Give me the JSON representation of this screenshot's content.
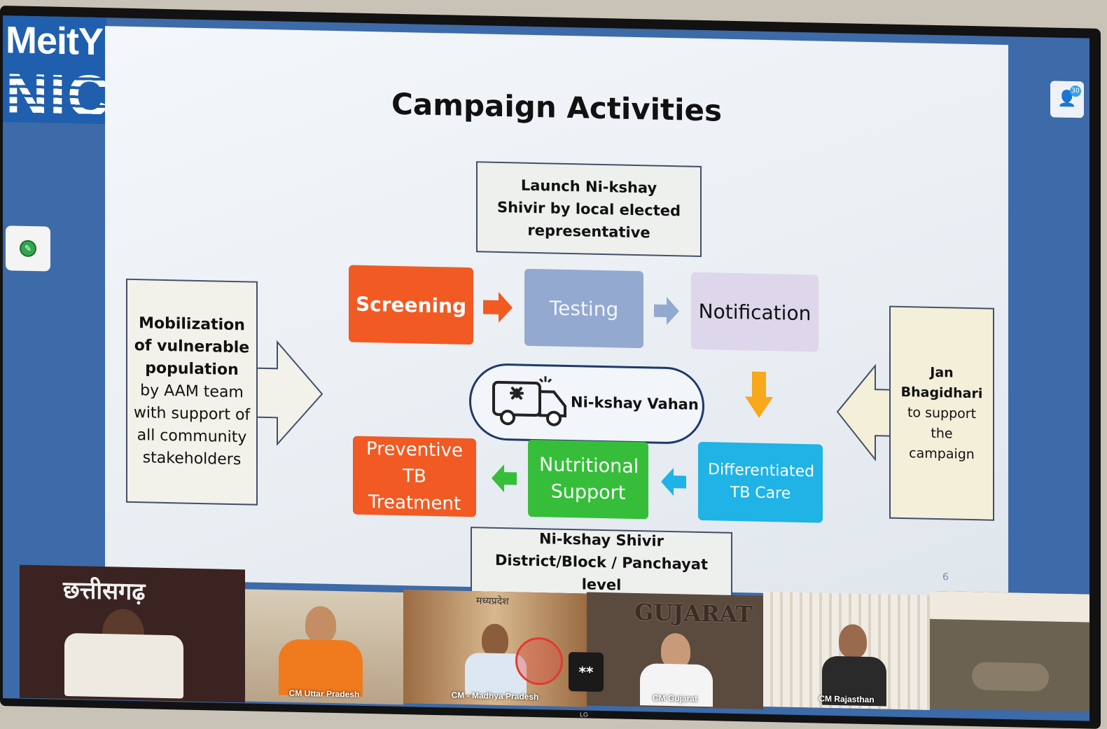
{
  "app": {
    "logo_top": "MeitY",
    "logo_bottom": "NIC",
    "participants_badge": "30"
  },
  "slide": {
    "title": "Campaign Activities",
    "launch_box": "Launch Ni-kshay Shivir by local elected representative",
    "flow": {
      "screening": "Screening",
      "testing": "Testing",
      "notification": "Notification",
      "differentiated_care": "Differentiated TB Care",
      "nutritional_support": "Nutritional Support",
      "preventive_treatment": "Preventive TB Treatment"
    },
    "vahan_label": "Ni-kshay Vahan",
    "mobilization": {
      "bold": "Mobilization of vulnerable population",
      "rest": "by AAM team with support of all community stakeholders"
    },
    "jan_bhagidhari": {
      "bold": "Jan Bhagidhari",
      "rest": "to support the campaign"
    },
    "district_box": "Ni-kshay Shivir District/Block / Panchayat level",
    "page_number": "6",
    "colors": {
      "screening": "#f15a23",
      "testing": "#93a9d0",
      "notification": "#ded6ea",
      "differentiated_care": "#1fb3e6",
      "nutritional_support": "#36be3a",
      "preventive_treatment": "#f15a23"
    }
  },
  "participants": [
    {
      "banner": "छत्तीसगढ़",
      "caption": ""
    },
    {
      "banner": "",
      "caption": "CM Uttar Pradesh"
    },
    {
      "banner": "मध्यप्रदेश",
      "caption": "CM - Madhya Pradesh"
    },
    {
      "banner": "GUJARAT",
      "caption": "CM Gujarat"
    },
    {
      "banner": "",
      "caption": "CM Rajasthan"
    },
    {
      "banner": "",
      "caption": ""
    }
  ],
  "controls": {
    "star_button": "**",
    "tv_brand": "LG"
  }
}
